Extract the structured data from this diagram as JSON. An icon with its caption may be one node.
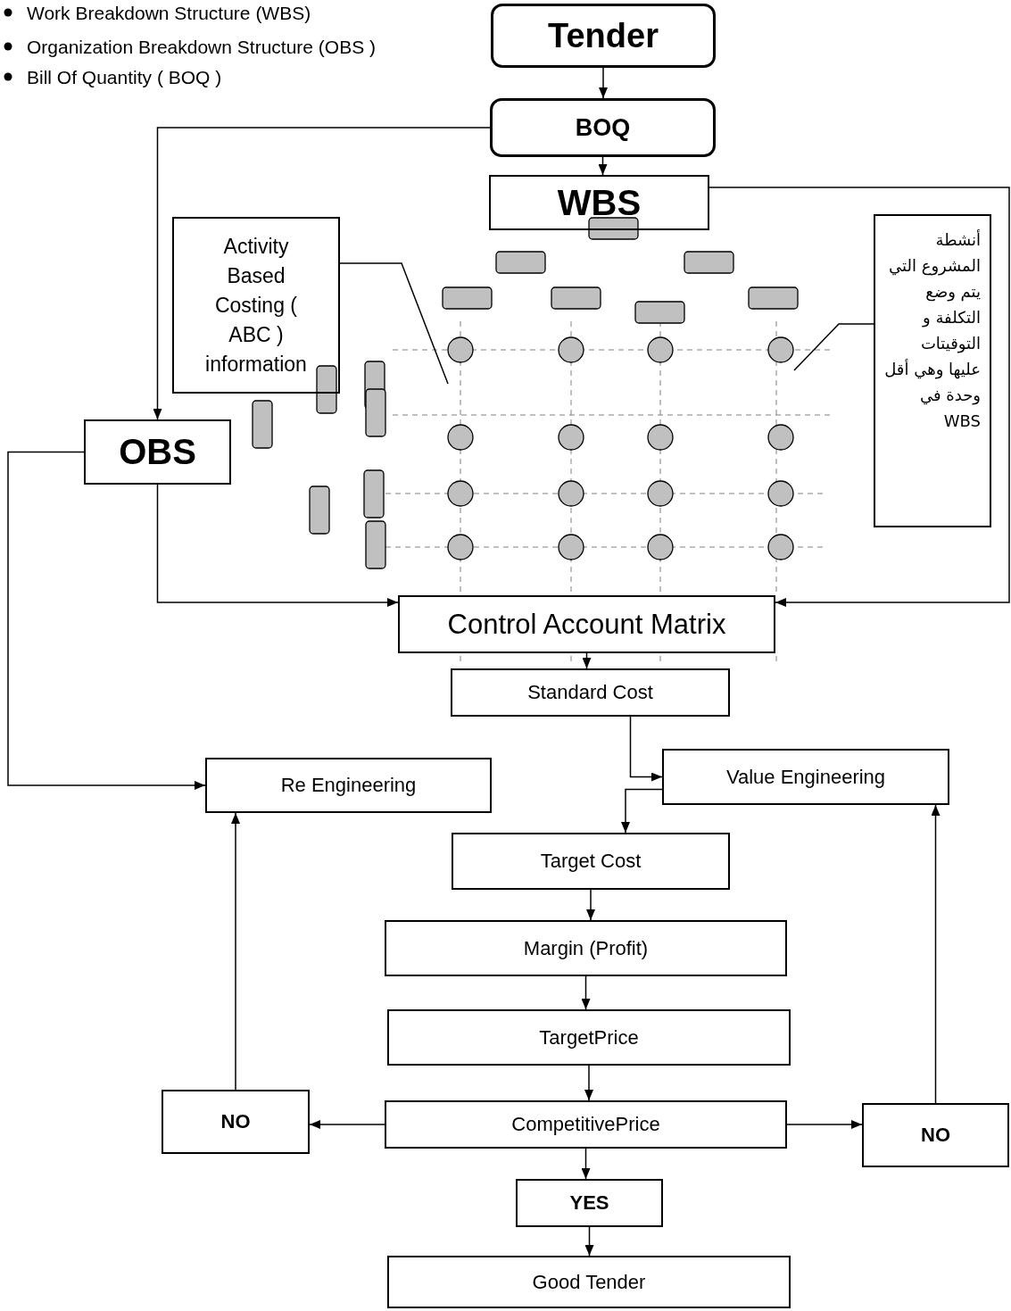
{
  "diagram": {
    "nodes": [
      {
        "text": [
          "Tender"
        ]
      },
      {
        "text": [
          "BOQ"
        ]
      },
      {
        "text": [
          "WBS"
        ]
      },
      {
        "text": [
          "Activity Based Costing ( ABC ) information"
        ]
      },
      {
        "text": [
          "أنشطة المشروع التي يتم وضع التكلفة و التوقيتات عليها وهي أقل وحدة في WBS"
        ]
      },
      {
        "text": [
          "OBS"
        ]
      },
      {
        "text": [
          "Control Account Matrix"
        ]
      },
      {
        "text": [
          "Standard Cost"
        ]
      },
      {
        "text": [
          "Re Engineering"
        ]
      },
      {
        "text": [
          "Value Engineering"
        ]
      },
      {
        "text": [
          "Target Cost"
        ]
      },
      {
        "text": [
          "Margin (Profit)"
        ]
      },
      {
        "text": [
          "TargetPrice"
        ]
      },
      {
        "text": [
          "CompetitivePrice"
        ]
      },
      {
        "text": [
          "NO"
        ]
      },
      {
        "text": [
          "NO"
        ]
      },
      {
        "text": [
          "YES"
        ]
      },
      {
        "text": [
          "Good Tender"
        ]
      }
    ],
    "edges": [
      {
        "from": 0,
        "to": 1,
        "arrow": "to"
      },
      {
        "from": 1,
        "to": 2,
        "arrow": "to"
      },
      {
        "from": 1,
        "to": 5,
        "arrow": "to"
      },
      {
        "from": 2,
        "to": 6,
        "arrow": "to"
      },
      {
        "from": 5,
        "to": 6,
        "arrow": "to"
      },
      {
        "from": 5,
        "to": 8,
        "arrow": "to"
      },
      {
        "from": 6,
        "to": 7,
        "arrow": "to"
      },
      {
        "from": 7,
        "to": 9,
        "arrow": "to"
      },
      {
        "from": 9,
        "to": 10,
        "arrow": "to"
      },
      {
        "from": 10,
        "to": 11,
        "arrow": "to"
      },
      {
        "from": 11,
        "to": 12,
        "arrow": "to"
      },
      {
        "from": 12,
        "to": 13,
        "arrow": "to"
      },
      {
        "from": 13,
        "to": 14,
        "arrow": "to"
      },
      {
        "from": 13,
        "to": 15,
        "arrow": "to"
      },
      {
        "from": 13,
        "to": 16,
        "arrow": "to"
      },
      {
        "from": 16,
        "to": 17,
        "arrow": "to"
      },
      {
        "from": 14,
        "to": 8,
        "arrow": "to"
      },
      {
        "from": 15,
        "to": 9,
        "arrow": "to"
      },
      {
        "from": 3,
        "to": null,
        "arrow": "none"
      },
      {
        "from": 4,
        "to": null,
        "arrow": "none"
      }
    ],
    "labels": [
      "Work Breakdown Structure (WBS)",
      "Organization Breakdown Structure (OBS )",
      "Bill Of Quantity ( BOQ )"
    ]
  }
}
